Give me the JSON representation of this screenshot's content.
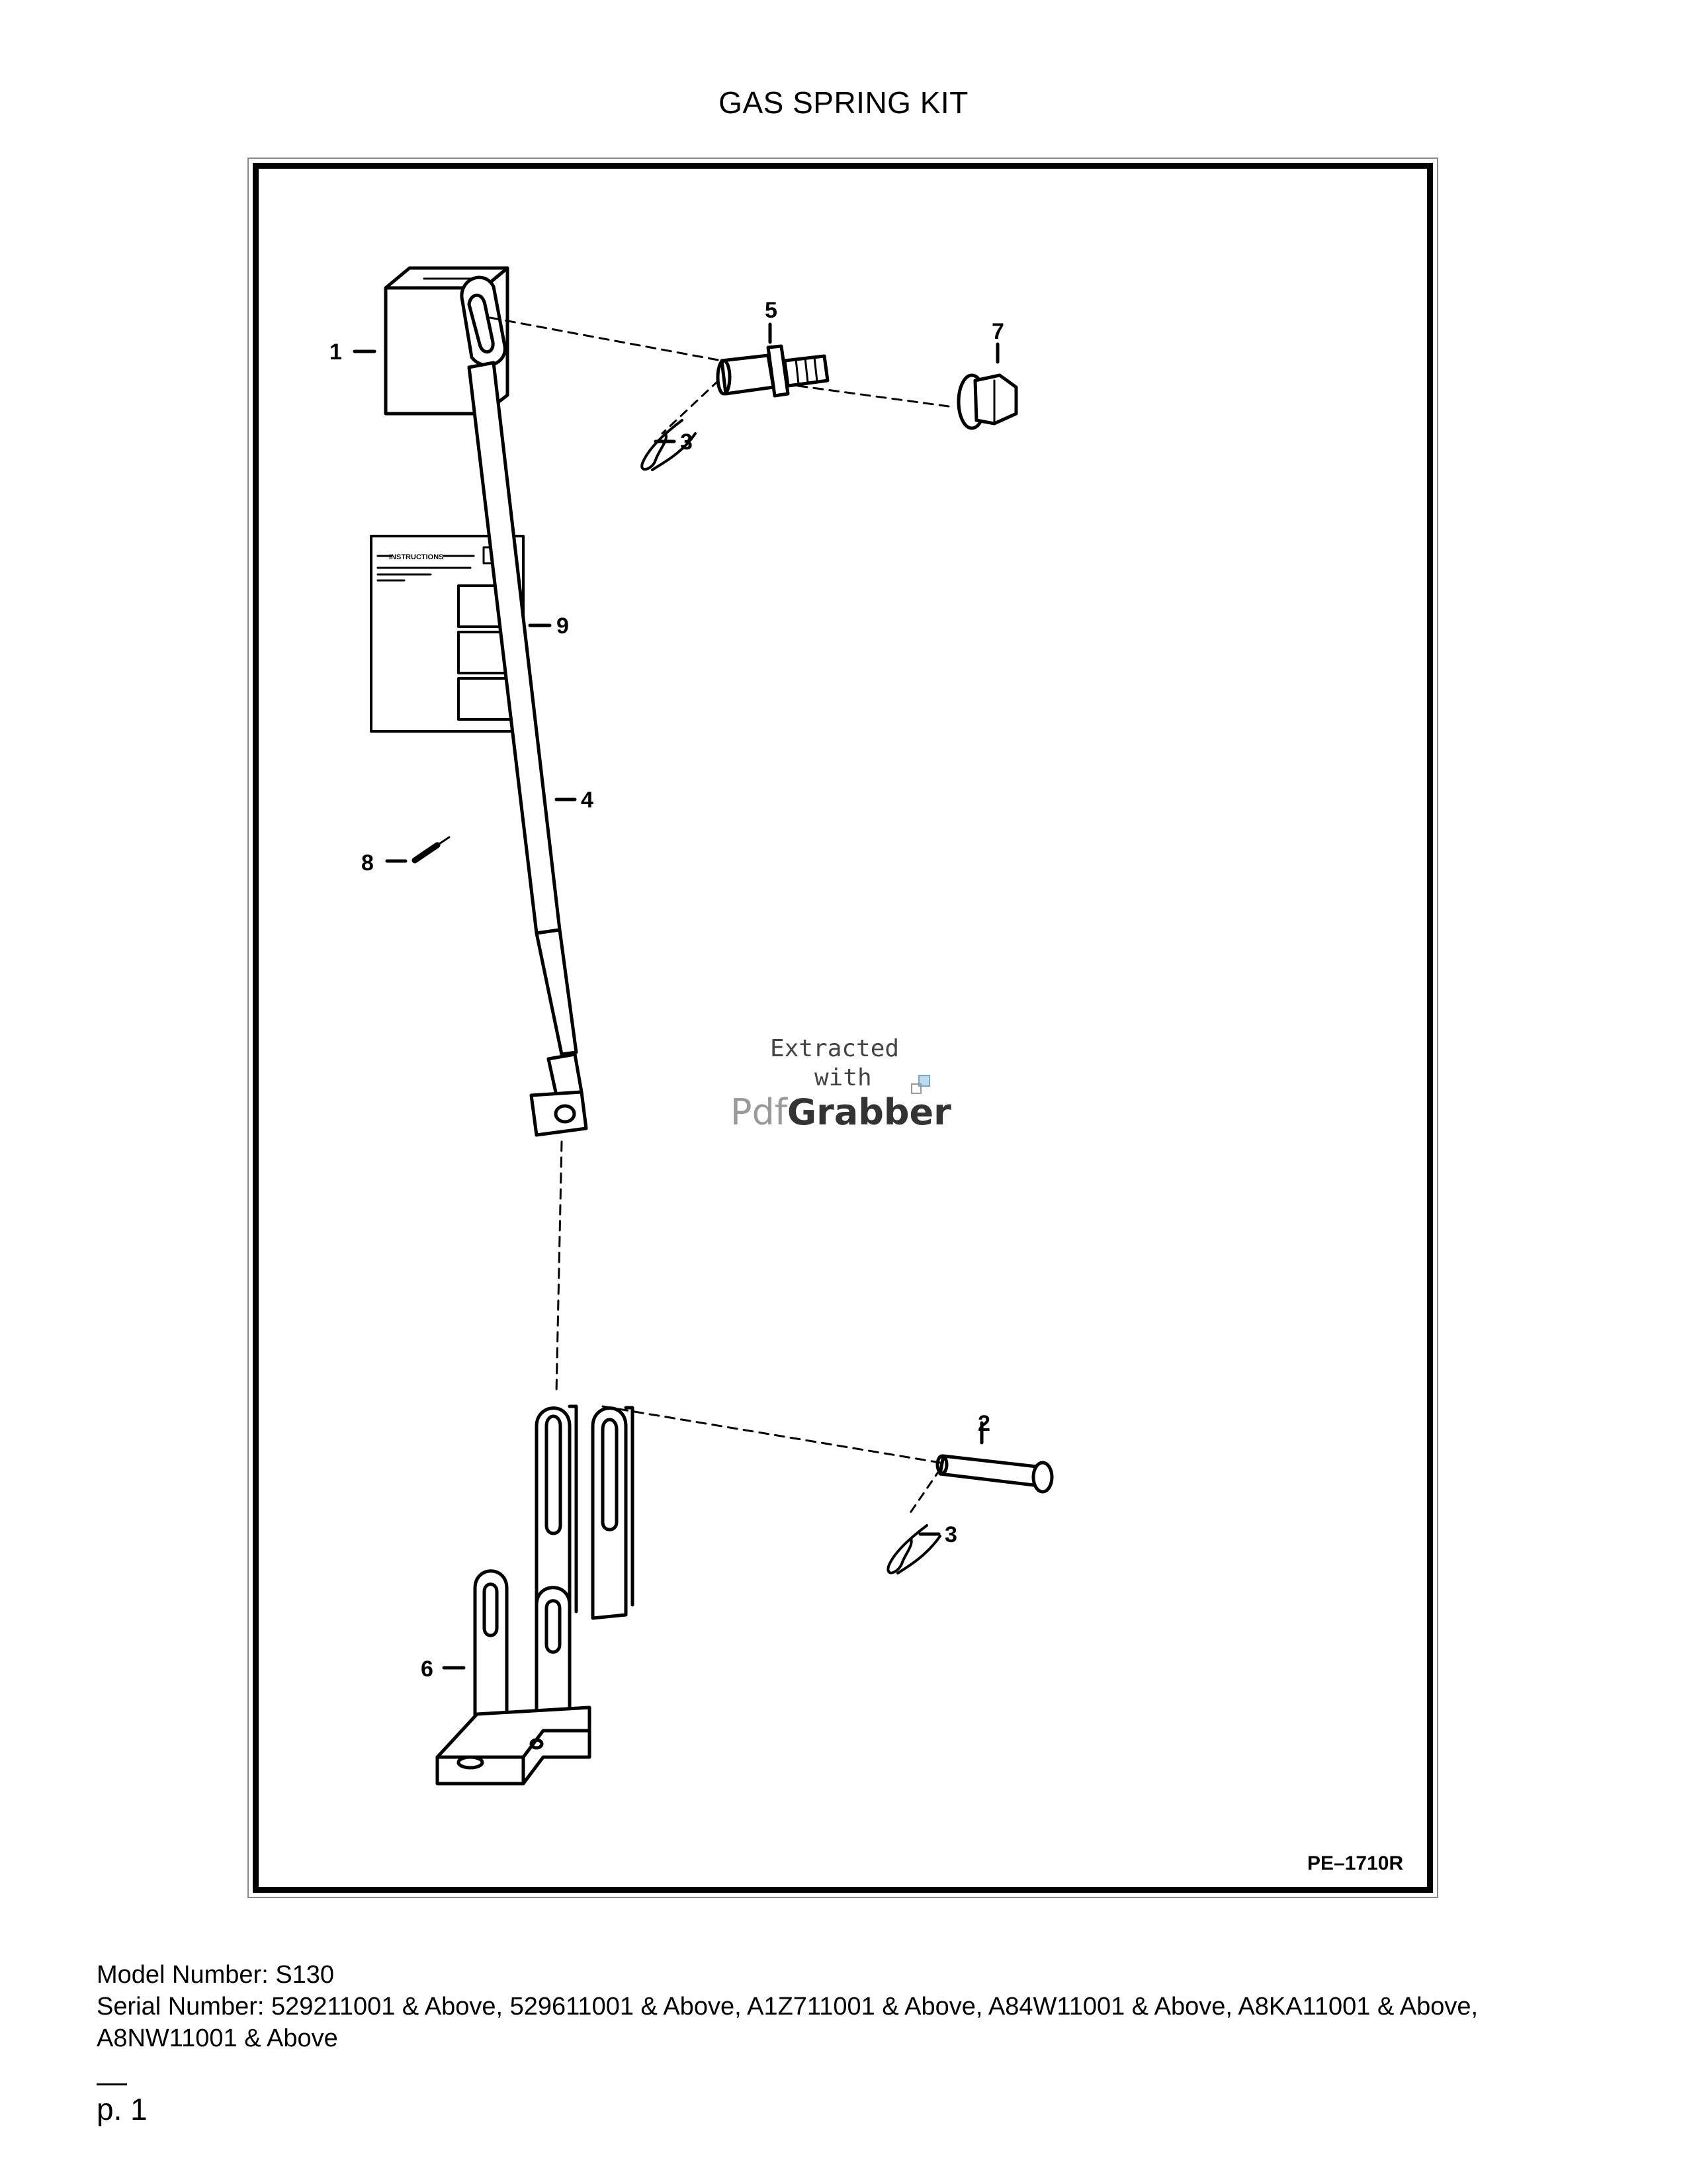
{
  "page": {
    "title": "GAS SPRING KIT"
  },
  "diagram": {
    "drawing_code": "PE–1710R",
    "callouts": {
      "c1": "1",
      "c2": "2",
      "c3a": "3",
      "c3b": "3",
      "c4": "4",
      "c5": "5",
      "c6": "6",
      "c7": "7",
      "c8": "8",
      "c9": "9"
    },
    "instruction_sheet_heading": "INSTRUCTIONS",
    "watermark": {
      "line1": "Extracted",
      "line2": "with",
      "brand_a": "Pdf",
      "brand_b": "Grabber"
    }
  },
  "footer": {
    "model": "Model Number: S130",
    "serial": "Serial Number: 529211001 & Above, 529611001 & Above, A1Z711001 & Above, A84W11001 & Above, A8KA11001 & Above, A8NW11001 & Above",
    "page_number": "p. 1"
  }
}
